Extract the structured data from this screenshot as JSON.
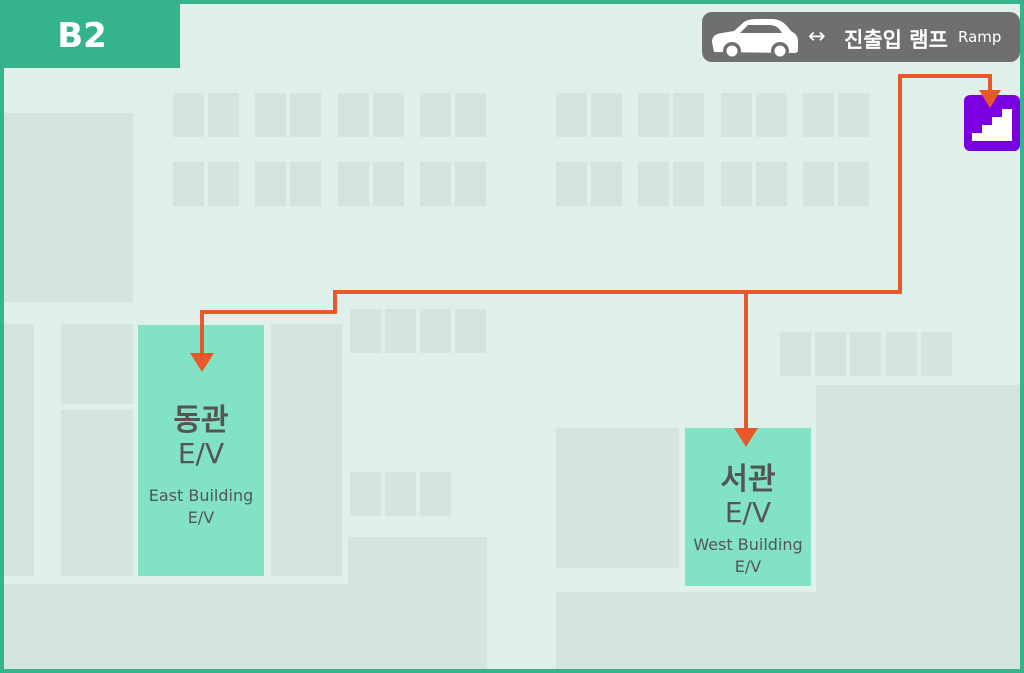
{
  "floor": {
    "label": "B2"
  },
  "ramp": {
    "arrow": "↔",
    "label_ko": "진출입 램프",
    "label_en": "Ramp",
    "icon": "car-icon"
  },
  "stairs": {
    "icon": "stairs-icon",
    "color": "#7b00e0"
  },
  "east_ev": {
    "name_ko": "동관",
    "label": "E/V",
    "name_en_line1": "East Building",
    "name_en_line2": "E/V"
  },
  "west_ev": {
    "name_ko": "서관",
    "label": "E/V",
    "name_en_line1": "West Building",
    "name_en_line2": "E/V"
  },
  "colors": {
    "accent": "#35b38c",
    "route": "#e9582a",
    "elevator": "#82e2c6",
    "floor": "#dff0ea",
    "structure": "#d3e4df",
    "badge": "#6f6f6f"
  }
}
